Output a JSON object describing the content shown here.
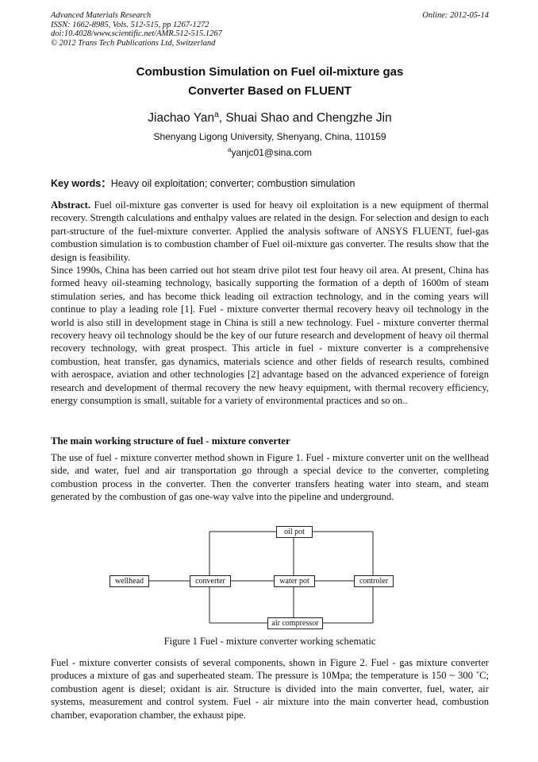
{
  "header": {
    "journal": "Advanced Materials Research",
    "issn": "ISSN: 1662-8985, Vols. 512-515, pp 1267-1272",
    "doi": "doi:10.4028/www.scientific.net/AMR.512-515.1267",
    "copyright": "© 2012 Trans Tech Publications Ltd, Switzerland",
    "online": "Online: 2012-05-14"
  },
  "title_line1": "Combustion Simulation on Fuel oil-mixture gas",
  "title_line2": "Converter Based on FLUENT",
  "authors_a": "Jiachao Yan",
  "authors_sup": "a",
  "authors_b": ", Shuai Shao and Chengzhe Jin",
  "affiliation": "Shenyang Ligong University, Shenyang, China, 110159",
  "email_sup": "a",
  "email": "yanjc01@sina.com",
  "keywords_label": "Key words：",
  "keywords": "Heavy oil exploitation; converter; combustion simulation",
  "abstract_label": "Abstract.",
  "abstract_text": "Fuel oil-mixture gas converter is used for heavy oil exploitation is a new equipment of thermal recovery. Strength calculations and enthalpy values are related in the design. For selection and design to each part-structure of the fuel-mixture converter. Applied the analysis software of ANSYS FLUENT, fuel-gas combustion simulation is to combustion chamber of Fuel oil-mixture gas converter. The results show that the design is feasibility.",
  "intro": "Since 1990s, China has been carried out hot steam drive pilot test four heavy oil area. At present, China has formed heavy oil-steaming technology, basically supporting the formation of a depth of 1600m of steam stimulation series, and has become thick leading oil extraction technology, and in the coming years will continue to play a leading role [1]. Fuel - mixture converter thermal recovery heavy oil technology in the world is also still in development stage in China is still a new technology. Fuel - mixture converter thermal recovery heavy oil technology should be the key of our future research and development of heavy oil thermal recovery technology, with great prospect. This article in fuel - mixture converter is a comprehensive combustion, heat transfer, gas dynamics, materials science and other fields of research results, combined with aerospace, aviation and other technologies [2] advantage based on the advanced experience of foreign research and development of thermal recovery the new heavy equipment, with thermal recovery efficiency, energy consumption is small, suitable for a variety of environmental practices and so on..",
  "section1_heading": "The main working structure of fuel - mixture converter",
  "section1_para": "The use of fuel - mixture converter method shown in Figure 1. Fuel - mixture converter unit on the wellhead side, and water, fuel and air transportation go through a special device to the converter, completing combustion process in the converter. Then the converter transfers heating water into steam, and steam generated by the combustion of gas one-way valve into the pipeline and underground.",
  "diagram": {
    "oil_pot": "oil pot",
    "wellhead": "wellhead",
    "converter": "converter",
    "water_pot": "water pot",
    "controler": "controler",
    "air_compressor": "air compressor"
  },
  "figure1_caption": "Figure 1 Fuel - mixture converter working schematic",
  "section2_para": "Fuel - mixture converter consists of several components, shown in Figure 2. Fuel - gas mixture converter produces a mixture of gas and superheated steam. The pressure is 10Mpa; the temperature is 150 ~ 300 ˚C; combustion  agent is diesel; oxidant is air. Structure is divided into the main converter, fuel, water, air systems, measurement and control system. Fuel - air mixture into the main converter head, combustion chamber, evaporation chamber, the exhaust pipe."
}
